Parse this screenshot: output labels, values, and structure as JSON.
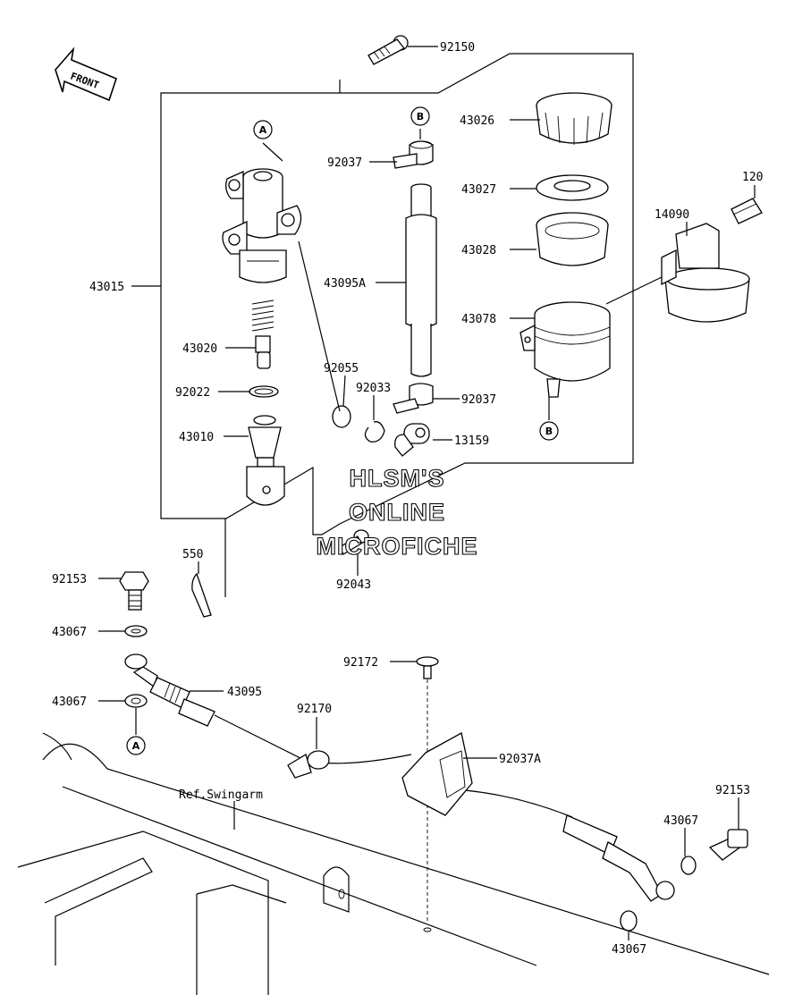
{
  "front_label": "FRONT",
  "watermark": [
    "HLSM'S",
    "ONLINE",
    "MICROFICHE"
  ],
  "ref_label": "Ref.Swingarm",
  "circle_labels": {
    "a_top": "A",
    "b_top": "B",
    "b_reservoir": "B",
    "a_bottom": "A"
  },
  "part_labels": {
    "p92150": "92150",
    "p43026": "43026",
    "p92037_top": "92037",
    "p43027": "43027",
    "p120": "120",
    "p14090": "14090",
    "p43028": "43028",
    "p43015": "43015",
    "p43095A": "43095A",
    "p43078": "43078",
    "p43020": "43020",
    "p92055": "92055",
    "p92033": "92033",
    "p92022": "92022",
    "p92037_mid": "92037",
    "p43010": "43010",
    "p13159": "13159",
    "p550": "550",
    "p92043": "92043",
    "p92153_left": "92153",
    "p43067_a": "43067",
    "p92172": "92172",
    "p43095": "43095",
    "p43067_b": "43067",
    "p92170": "92170",
    "p92037A": "92037A",
    "p92153_right": "92153",
    "p43067_c": "43067",
    "p43067_d": "43067"
  }
}
